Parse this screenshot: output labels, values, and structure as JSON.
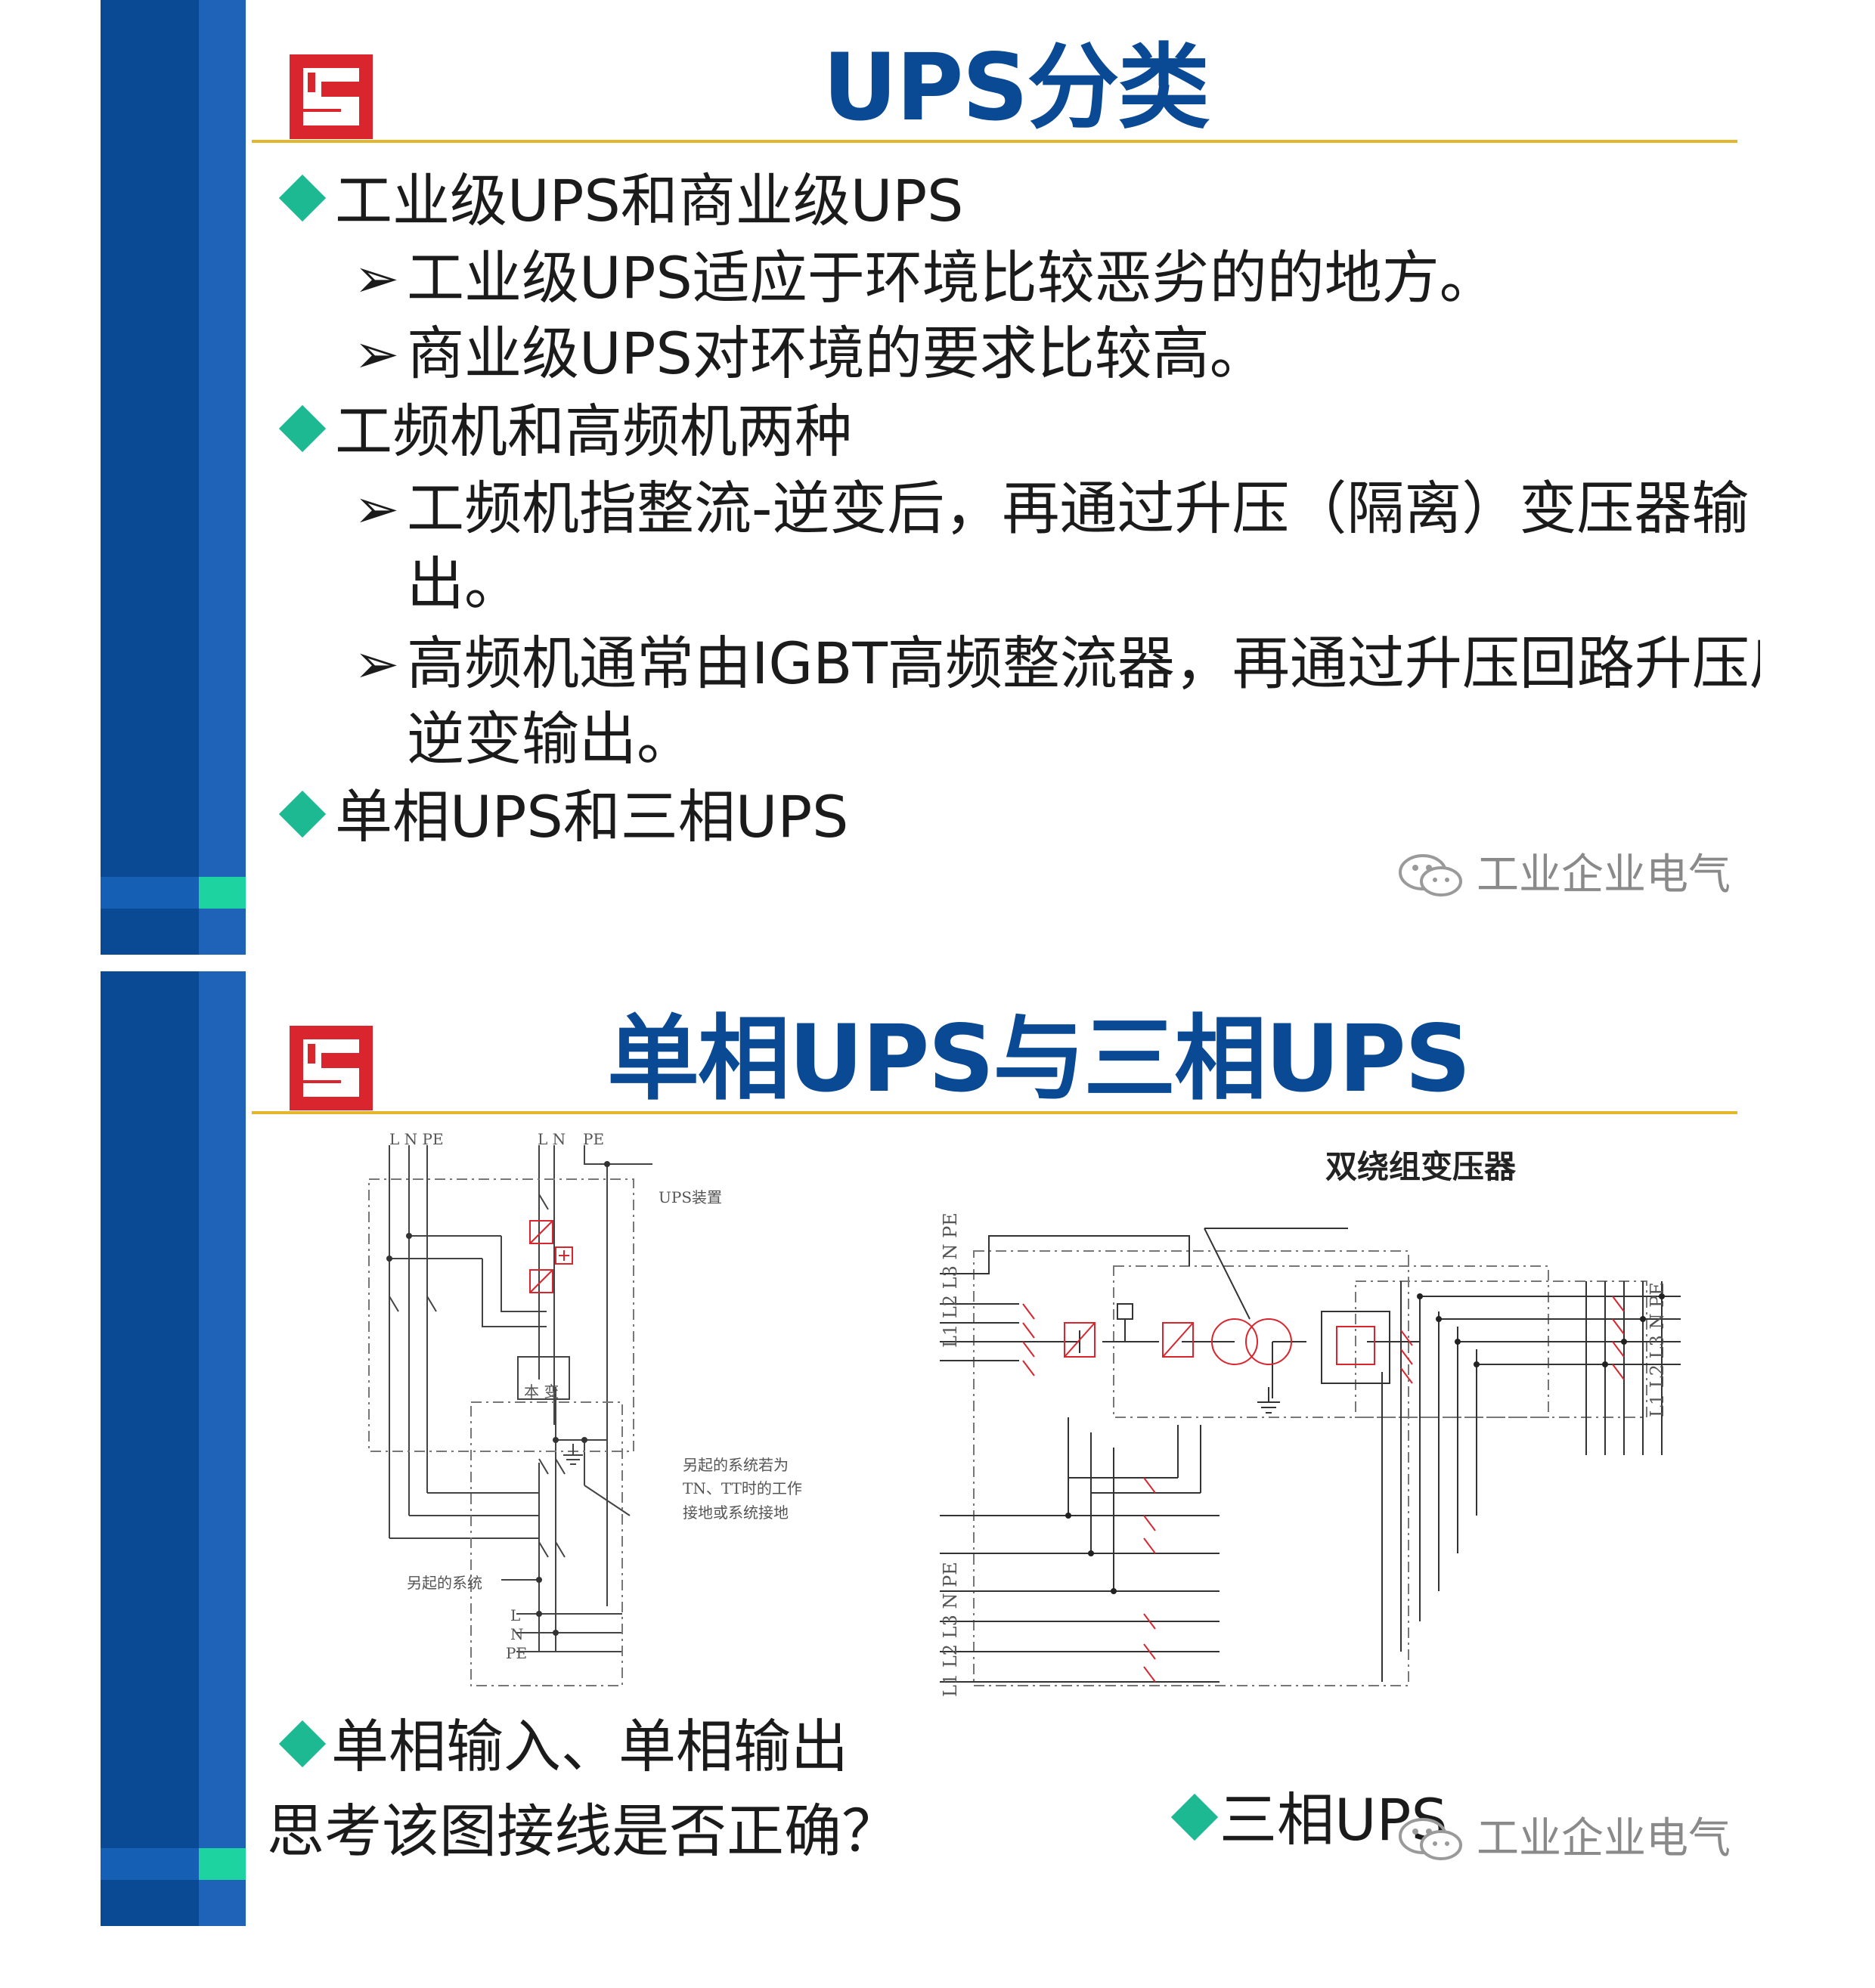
{
  "slide1": {
    "title": "UPS分类",
    "bullets": [
      {
        "text": "工业级UPS和商业级UPS"
      },
      {
        "text": "工业级UPS适应于环境比较恶劣的的地方。"
      },
      {
        "text": "商业级UPS对环境的要求比较高。"
      },
      {
        "text": "工频机和高频机两种"
      },
      {
        "text": "工频机指整流-逆变后，再通过升压（隔离）变压器输"
      },
      {
        "text": "出。"
      },
      {
        "text": "高频机通常由IGBT高频整流器，再通过升压回路升压后"
      },
      {
        "text": "逆变输出。"
      },
      {
        "text": "单相UPS和三相UPS"
      }
    ],
    "watermark": "工业企业电气"
  },
  "slide2": {
    "title": "单相UPS与三相UPS",
    "single_diagram": {
      "top_labels_left": "L  N PE",
      "top_labels_mid": "L N",
      "top_label_pe": "PE",
      "ups_device": "UPS装置",
      "box_label": "本 变",
      "note_line1": "另起的系统若为",
      "note_line2": "TN、TT时的工作",
      "note_line3": "接地或系统接地",
      "separate_system": "另起的系统",
      "out_l": "L",
      "out_n": "N",
      "out_pe": "PE"
    },
    "three_diagram": {
      "transformer_label": "双绕组变压器",
      "input_label": "L1 L2 L3 N PE",
      "bypass_label": "L1 L2 L3 N PE",
      "output_label": "L1 L2 L3 N PE"
    },
    "bullet_single": "单相输入、单相输出",
    "question": "思考该图接线是否正确？",
    "bullet_three": "三相UPS",
    "watermark": "工业企业电气"
  },
  "colors": {
    "bar_dark": "#0a4a94",
    "bar_light": "#1f63b8",
    "accent_green": "#1dd3a0",
    "title_blue": "#0a4a94",
    "rule_gold": "#e4b62b",
    "logo_red": "#d9262e",
    "diagram_red": "#d9262e"
  },
  "icons": [
    "logo-icon",
    "bullet-diamond-icon",
    "arrow-bullet-icon",
    "wechat-icon"
  ]
}
